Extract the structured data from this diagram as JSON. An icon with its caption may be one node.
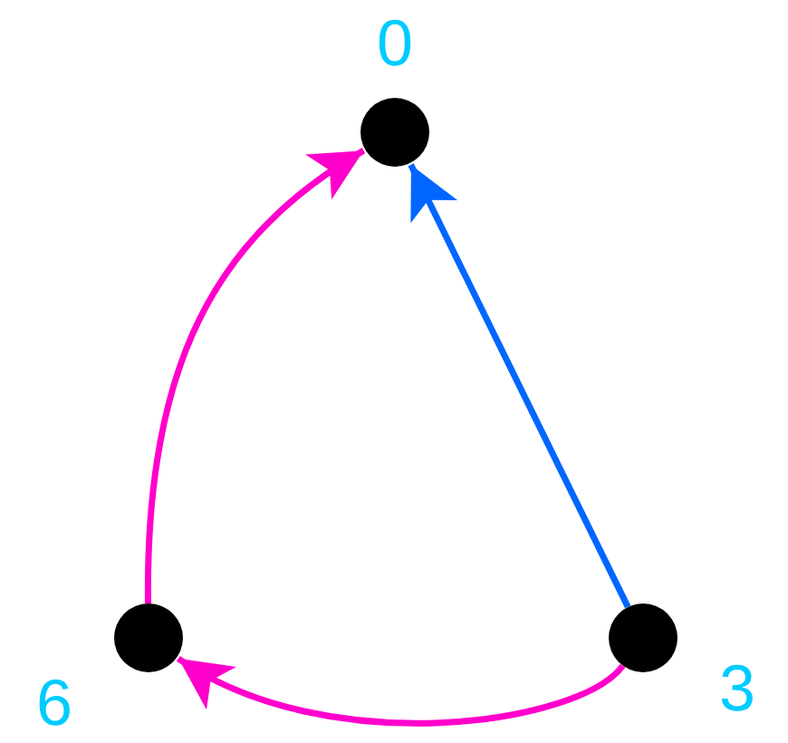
{
  "diagram": {
    "nodes": [
      {
        "text": [],
        "shape": "circle",
        "beside": [
          "0"
        ]
      },
      {
        "text": [],
        "shape": "circle",
        "beside": [
          "6"
        ]
      },
      {
        "text": [],
        "shape": "circle",
        "beside": [
          "3"
        ]
      }
    ],
    "edges": [
      {
        "from": 2,
        "to": 0,
        "arrow": "to",
        "color": "#0066ff"
      },
      {
        "from": 1,
        "to": 0,
        "arrow": "to"
      },
      {
        "from": 2,
        "to": 1,
        "arrow": "to"
      }
    ]
  }
}
